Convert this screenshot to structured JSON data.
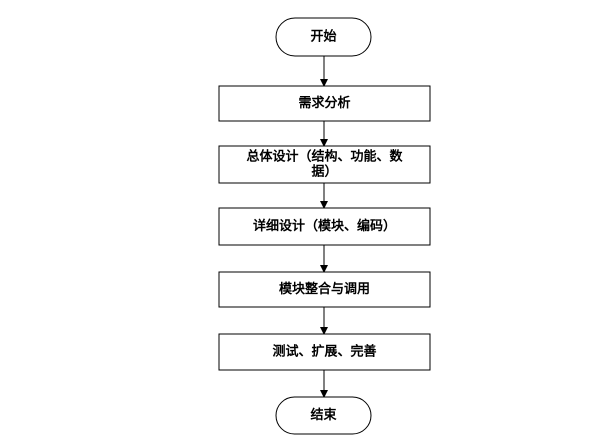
{
  "diagram": {
    "nodes": [
      {
        "id": "start",
        "shape": "terminal",
        "lines": [
          "开始"
        ]
      },
      {
        "id": "requirements",
        "shape": "process",
        "lines": [
          "需求分析"
        ]
      },
      {
        "id": "overall-design",
        "shape": "process",
        "lines": [
          "总体设计（结构、功能、数",
          "据）"
        ]
      },
      {
        "id": "detailed-design",
        "shape": "process",
        "lines": [
          "详细设计（模块、编码）"
        ]
      },
      {
        "id": "integration",
        "shape": "process",
        "lines": [
          "模块整合与调用"
        ]
      },
      {
        "id": "testing",
        "shape": "process",
        "lines": [
          "测试、扩展、完善"
        ]
      },
      {
        "id": "end",
        "shape": "terminal",
        "lines": [
          "结束"
        ]
      }
    ],
    "edges": [
      {
        "from": "start",
        "to": "requirements"
      },
      {
        "from": "requirements",
        "to": "overall-design"
      },
      {
        "from": "overall-design",
        "to": "detailed-design"
      },
      {
        "from": "detailed-design",
        "to": "integration"
      },
      {
        "from": "integration",
        "to": "testing"
      },
      {
        "from": "testing",
        "to": "end"
      }
    ],
    "colors": {
      "stroke": "#000000",
      "fill": "#ffffff",
      "text": "#000000"
    }
  }
}
